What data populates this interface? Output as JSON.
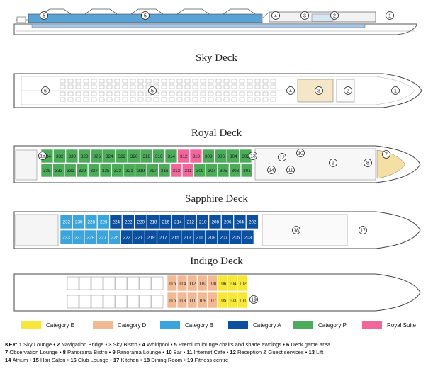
{
  "deck_titles": {
    "sky": "Sky Deck",
    "royal": "Royal Deck",
    "sapphire": "Sapphire Deck",
    "indigo": "Indigo Deck"
  },
  "colors": {
    "category_e": "#f6e73c",
    "category_d": "#f1b995",
    "category_b": "#3aa4db",
    "category_a": "#0b4f9e",
    "category_p": "#4dac5a",
    "royal_suite": "#f0679c",
    "observation": "#f4dfa5"
  },
  "profile_markers": [
    "6",
    "5",
    "4",
    "3",
    "2",
    "1"
  ],
  "sky_markers": [
    "6",
    "5",
    "4",
    "3",
    "2",
    "1"
  ],
  "royal": {
    "top_row": [
      "334",
      "332",
      "330",
      "328",
      "326",
      "324",
      "322",
      "320",
      "318",
      "316",
      "314",
      "312",
      "310",
      "308",
      "306",
      "304",
      "302"
    ],
    "bottom_row": [
      "335",
      "333",
      "331",
      "329",
      "327",
      "325",
      "323",
      "321",
      "319",
      "317",
      "315",
      "313",
      "311",
      "309",
      "307",
      "305",
      "303",
      "301"
    ],
    "markers": [
      "15",
      "14",
      "13",
      "12",
      "11",
      "10",
      "9",
      "8",
      "7"
    ]
  },
  "sapphire": {
    "top_row": [
      "232",
      "230",
      "228",
      "226",
      "224",
      "222",
      "220",
      "218",
      "216",
      "214",
      "212",
      "210",
      "208",
      "206",
      "204",
      "202"
    ],
    "bottom_row": [
      "233",
      "231",
      "229",
      "227",
      "225",
      "223",
      "221",
      "219",
      "217",
      "215",
      "213",
      "211",
      "209",
      "207",
      "205",
      "203"
    ],
    "markers": [
      "18",
      "17"
    ]
  },
  "indigo": {
    "top_row": [
      "116",
      "114",
      "112",
      "110",
      "108",
      "106",
      "104",
      "102"
    ],
    "bottom_row": [
      "115",
      "113",
      "111",
      "109",
      "107",
      "105",
      "103",
      "101"
    ],
    "markers": [
      "19"
    ]
  },
  "legend": [
    {
      "label": "Category E",
      "color": "#f6e73c"
    },
    {
      "label": "Category D",
      "color": "#f1b995"
    },
    {
      "label": "Category B",
      "color": "#3aa4db"
    },
    {
      "label": "Category A",
      "color": "#0b4f9e"
    },
    {
      "label": "Category P",
      "color": "#4dac5a"
    },
    {
      "label": "Royal Suite",
      "color": "#f0679c"
    }
  ],
  "key": {
    "title": "KEY:",
    "items": [
      {
        "num": "1",
        "label": "Sky Lounge"
      },
      {
        "num": "2",
        "label": "Navigation Bridge"
      },
      {
        "num": "3",
        "label": "Sky Bistro"
      },
      {
        "num": "4",
        "label": "Whirlpool"
      },
      {
        "num": "5",
        "label": "Premium lounge chairs and shade awnings"
      },
      {
        "num": "6",
        "label": "Deck game area"
      },
      {
        "num": "7",
        "label": "Observation Lounge"
      },
      {
        "num": "8",
        "label": "Panorama Bistro"
      },
      {
        "num": "9",
        "label": "Panorama Lounge"
      },
      {
        "num": "10",
        "label": "Bar"
      },
      {
        "num": "11",
        "label": "Internet Cafe"
      },
      {
        "num": "12",
        "label": "Reception & Guest services"
      },
      {
        "num": "13",
        "label": "Lift"
      },
      {
        "num": "14",
        "label": "Atrium"
      },
      {
        "num": "15",
        "label": "Hair Salon"
      },
      {
        "num": "16",
        "label": "Club Lounge"
      },
      {
        "num": "17",
        "label": "Kitchen"
      },
      {
        "num": "18",
        "label": "Dining Room"
      },
      {
        "num": "19",
        "label": "Fitness centre"
      }
    ]
  }
}
